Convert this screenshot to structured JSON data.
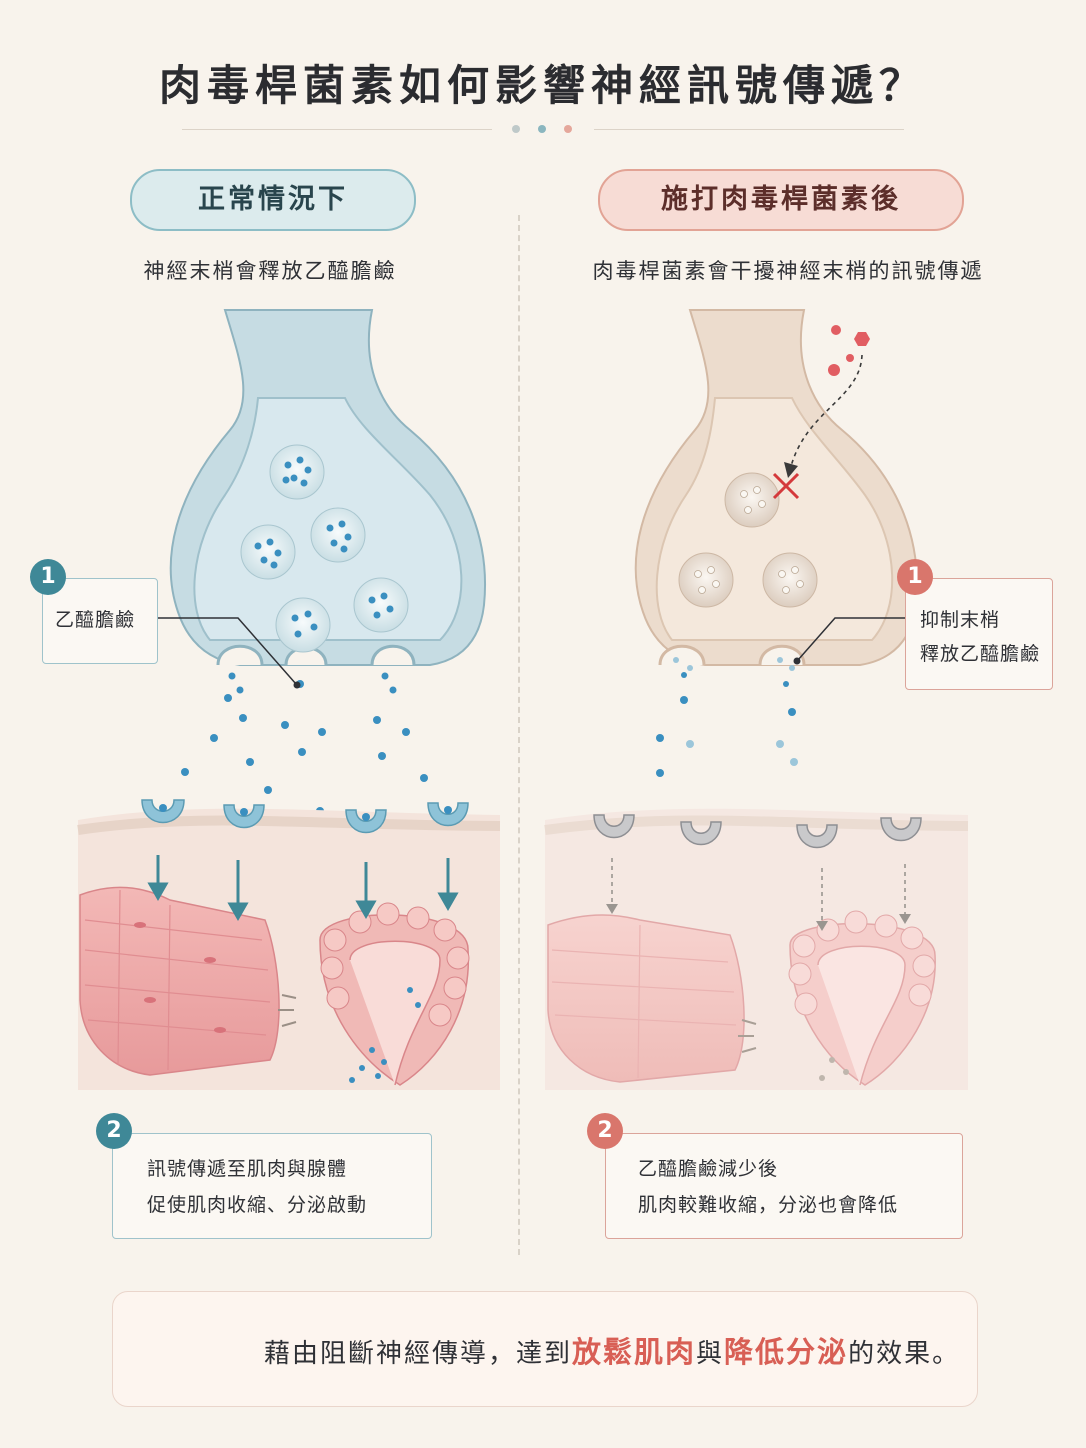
{
  "title": "肉毒桿菌素如何影響神經訊號傳遞？",
  "palette": {
    "teal": "#3f8897",
    "coral": "#d9766c",
    "cream": "#f8f3ec",
    "ach_blue": "#3a8fc0"
  },
  "left": {
    "pill": "正常情況下",
    "subtitle": "神經末梢會釋放乙醯膽鹼",
    "callout1": {
      "number": "1",
      "text": "乙醯膽鹼"
    },
    "callout2": {
      "number": "2",
      "line1": "訊號傳遞至肌肉與腺體",
      "line2": "促使肌肉收縮、分泌啟動"
    }
  },
  "right": {
    "pill": "施打肉毒桿菌素後",
    "subtitle": "肉毒桿菌素會干擾神經末梢的訊號傳遞",
    "callout1": {
      "number": "1",
      "line1": "抑制末梢",
      "line2": "釋放乙醯膽鹼"
    },
    "callout2": {
      "number": "2",
      "line1": "乙醯膽鹼減少後",
      "line2": "肌肉較難收縮，分泌也會降低"
    }
  },
  "banner": {
    "icon": "shield-check-icon",
    "part1": "藉由阻斷神經傳導，達到",
    "hl1": "放鬆肌肉",
    "part2": "與",
    "hl2": "降低分泌",
    "part3": "的效果。"
  }
}
